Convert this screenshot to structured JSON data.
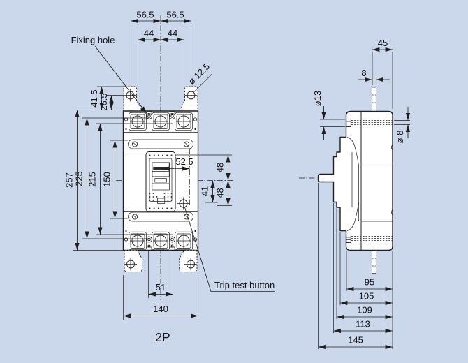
{
  "colors": {
    "background": "#cbd7ea",
    "line": "#1f1f1f",
    "body_fill": "#ffffff"
  },
  "front_view": {
    "pole_label": "2P",
    "fixing_hole_label": "Fixing hole",
    "trip_test_label": "Trip test button",
    "dims": {
      "d56_left": "56.5",
      "d56_right": "56.5",
      "d44_left": "44",
      "d44_right": "44",
      "d_hole_dia": "ø 12.5",
      "d41_5": "41.5",
      "d26_5": "26.5",
      "d257": "257",
      "d225": "225",
      "d215": "215",
      "d150": "150",
      "d52_5": "52.5",
      "d48_top": "48",
      "d41": "41",
      "d48_bottom": "48",
      "d51": "51",
      "d140": "140"
    }
  },
  "side_view": {
    "dims": {
      "d45": "45",
      "d8": "8",
      "d13dia": "ø13",
      "d8dia": "ø 8",
      "d95": "95",
      "d105": "105",
      "d109": "109",
      "d113": "113",
      "d145": "145"
    }
  }
}
